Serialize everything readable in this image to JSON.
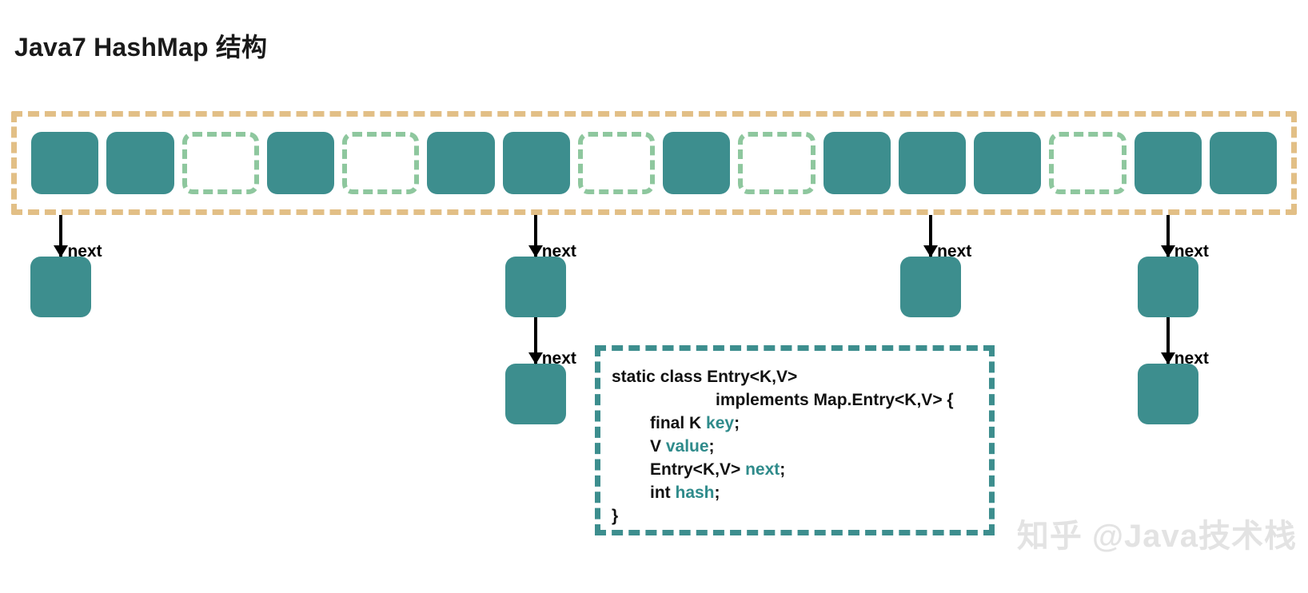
{
  "title": "Java7 HashMap 结构",
  "colors": {
    "bucket_fill": "#3d8e8e",
    "empty_bucket_border": "#8ec79e",
    "array_border": "#e2bf86",
    "code_border": "#3d8e8e",
    "code_field": "#2f8b8b",
    "arrow": "#000000",
    "watermark": "#e3e3e3",
    "background": "#ffffff"
  },
  "array": {
    "label": "hash table bucket array",
    "cell_count": 16,
    "cells": [
      {
        "index": 0,
        "state": "filled"
      },
      {
        "index": 1,
        "state": "filled"
      },
      {
        "index": 2,
        "state": "empty"
      },
      {
        "index": 3,
        "state": "filled"
      },
      {
        "index": 4,
        "state": "empty"
      },
      {
        "index": 5,
        "state": "filled"
      },
      {
        "index": 6,
        "state": "filled"
      },
      {
        "index": 7,
        "state": "empty"
      },
      {
        "index": 8,
        "state": "filled"
      },
      {
        "index": 9,
        "state": "empty"
      },
      {
        "index": 10,
        "state": "filled"
      },
      {
        "index": 11,
        "state": "filled"
      },
      {
        "index": 12,
        "state": "filled"
      },
      {
        "index": 13,
        "state": "empty"
      },
      {
        "index": 14,
        "state": "filled"
      },
      {
        "index": 15,
        "state": "filled"
      }
    ]
  },
  "chains": [
    {
      "id": "chain-0",
      "bucket_index": 0,
      "arrow_labels": [
        "next"
      ],
      "node_count": 1
    },
    {
      "id": "chain-1",
      "bucket_index": 6,
      "arrow_labels": [
        "next",
        "next"
      ],
      "node_count": 2
    },
    {
      "id": "chain-2",
      "bucket_index": 11,
      "arrow_labels": [
        "next"
      ],
      "node_count": 1
    },
    {
      "id": "chain-3",
      "bucket_index": 14,
      "arrow_labels": [
        "next",
        "next"
      ],
      "node_count": 2
    }
  ],
  "code": {
    "lines": [
      {
        "indent": 0,
        "segments": [
          {
            "text": "static class Entry<K,V>",
            "kind": "kw"
          }
        ]
      },
      {
        "indent": 2,
        "segments": [
          {
            "text": "implements Map.Entry<K,V> {",
            "kind": "kw"
          }
        ]
      },
      {
        "indent": 1,
        "segments": [
          {
            "text": "final K ",
            "kind": "kw"
          },
          {
            "text": "key",
            "kind": "fld"
          },
          {
            "text": ";",
            "kind": "kw"
          }
        ]
      },
      {
        "indent": 1,
        "segments": [
          {
            "text": "V ",
            "kind": "kw"
          },
          {
            "text": "value",
            "kind": "fld"
          },
          {
            "text": ";",
            "kind": "kw"
          }
        ]
      },
      {
        "indent": 1,
        "segments": [
          {
            "text": "Entry<K,V> ",
            "kind": "kw"
          },
          {
            "text": "next",
            "kind": "fld"
          },
          {
            "text": ";",
            "kind": "kw"
          }
        ]
      },
      {
        "indent": 1,
        "segments": [
          {
            "text": "int ",
            "kind": "kw"
          },
          {
            "text": "hash",
            "kind": "fld"
          },
          {
            "text": ";",
            "kind": "kw"
          }
        ]
      },
      {
        "indent": 0,
        "segments": [
          {
            "text": "}",
            "kind": "kw"
          }
        ]
      }
    ]
  },
  "watermark": "知乎 @Java技术栈"
}
